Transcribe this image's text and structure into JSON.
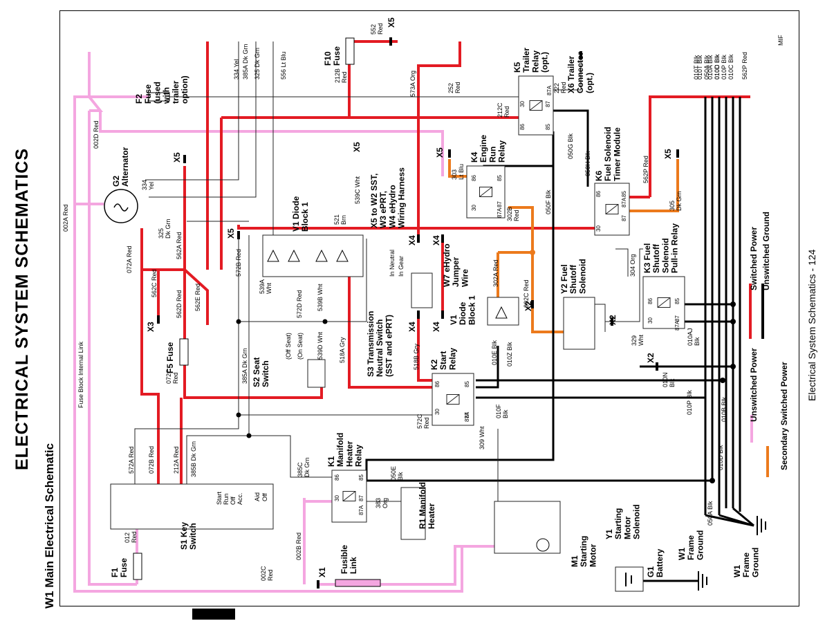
{
  "page": {
    "main_title": "ELECTRICAL  SYSTEM SCHEMATICS",
    "subtitle": "W1 Main Electrical Schematic",
    "footer": "Electrical  System Schematics  - 124",
    "corner": "MIF"
  },
  "legend": [
    {
      "label": "Switched Power",
      "color": "#e31b23"
    },
    {
      "label": "Unswitched Ground",
      "color": "#000000"
    },
    {
      "label": "Secondary Switched Power",
      "color": "#ec7a1c"
    },
    {
      "label": "Unswitched Power",
      "color": "#f4a6e0"
    }
  ],
  "colors": {
    "red": "#e31b23",
    "black": "#000000",
    "orange": "#ec7a1c",
    "pink": "#f4a6e0",
    "thin": "#222222"
  },
  "components": {
    "f1": "F1\nFuse",
    "f2": "F2\nFuse\n(used\nwith\ntrailer\noption)",
    "f5": "F5 Fuse",
    "f10": "F10\nFuse",
    "g1": "G1\nBattery",
    "g2": "G2\nAlternator",
    "k1": "K1\nManifold\nHeater\nRelay",
    "k2": "K2\nStart\nRelay",
    "k3": "K3 Fuel\nShutoff\nSolenoid\nPull-in Relay",
    "k4": "K4\nEngine\nRun\nRelay",
    "k5": "K5\nTrailer\nRelay\n(opt.)",
    "k6": "K6\nFuel Solenoid\nTimer Module",
    "m1": "M1\nStarting\nMotor",
    "y1": "Y1\nStarting\nMotor\nSolenoid",
    "y2": "Y2 Fuel\nShutoff\nSolenoid",
    "r1": "R1 Manifold\nHeater",
    "s1": "S1 Key\nSwitch",
    "s2": "S2 Seat\nSwitch",
    "s3": "S3 Transmission\nNeutral Switch\n(SST and ePRT)",
    "v1a": "V1 Diode\nBlock 1",
    "v1b": "V1\nDiode\nBlock 1",
    "w1a": "W1\nFrame\nGround",
    "w1b": "W1\nFrame\nGround",
    "w7": "W7 eHydro\nJumper\nWire",
    "x5w2": "X5 to W2 SST,\nW3 ePRT,\nW4 eHydro\nWiring Harness",
    "x6": "X6 Trailer\nConnector\n(opt.)",
    "fusible": "Fusible\nLink",
    "fuse_block_link": "Fuse Block Internal Link"
  },
  "connectors": [
    "X1",
    "X2",
    "X2",
    "X2",
    "X3",
    "X4",
    "X4",
    "X4",
    "X4",
    "X5",
    "X5",
    "X5",
    "X5",
    "X5",
    "X5"
  ],
  "wire_labels": [
    "552\nRed",
    "212B\nRed",
    "252\nRed",
    "573A Org",
    "334 Yel",
    "385A Dk Grn",
    "325 Dk Grn",
    "556 Lt Blu",
    "002D Red",
    "002A Red",
    "072A Red",
    "562A Red",
    "562C Red",
    "562D Red",
    "562E Red",
    "572B Red",
    "572D Red",
    "539A\nWht",
    "539B Wht",
    "539C Wht",
    "539D Wht",
    "521\nBrn",
    "518A Gry",
    "518B Gry",
    "385A Dk Grn",
    "572C\nRed",
    "309 Wht",
    "302A Red",
    "302B\nRed",
    "302C Red",
    "303\nLt Blu",
    "050F Blk",
    "050G Blk",
    "050H Blk",
    "050E\nBlk",
    "010E Blk",
    "010Z Blk",
    "010F\nBlk",
    "010P Blk",
    "010D Blk",
    "010T Blk",
    "010A Blk",
    "010C Blk",
    "010N\nBlk",
    "010AJ\nBlk",
    "329\nWht",
    "304 Org",
    "305\nDk Grn",
    "562P Red",
    "212C\nRed",
    "222\nRed",
    "002C\nRed",
    "002B Red",
    "072C\nRed",
    "072B Red",
    "572A Red",
    "212A Red",
    "385B Dk Grn",
    "385C\nDk Grn",
    "383\nOrg",
    "012\nRed",
    "050A Blk",
    "010T Blk",
    "050A Blk",
    "010D Blk",
    "010P Blk",
    "010C Blk",
    "562P Red",
    "010B Blk",
    "334\nYel",
    "325\nDk Grn"
  ],
  "switch_labels": {
    "key": [
      "Start",
      "Run",
      "Off",
      "Acc.",
      "Aid",
      "Off"
    ],
    "seat": [
      "(Off Seat)",
      "(On Seat)"
    ],
    "neutral": [
      "In Neutral",
      "In Gear"
    ]
  },
  "pins": [
    "30",
    "85",
    "86",
    "87",
    "87A"
  ]
}
